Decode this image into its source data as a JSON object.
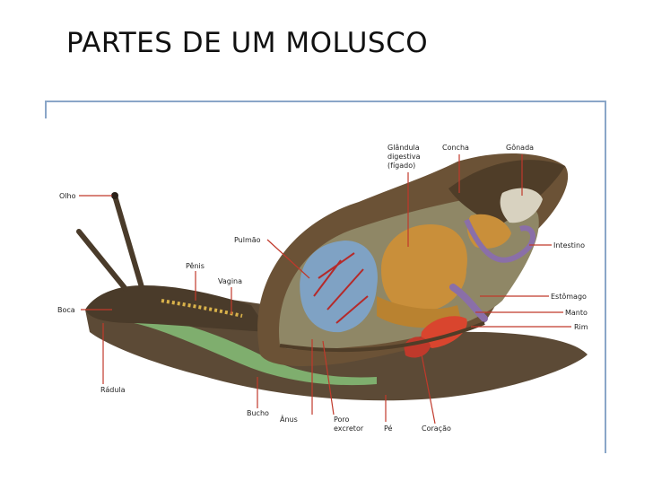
{
  "slide": {
    "title": "PARTES DE UM MOLUSCO"
  },
  "labels": {
    "olho": "Olho",
    "boca": "Boca",
    "radula": "Rádula",
    "penis": "Pênis",
    "vagina": "Vagina",
    "pulmao": "Pulmão",
    "glandula_1": "Glândula",
    "glandula_2": "digestiva",
    "glandula_3": "(fígado)",
    "concha": "Concha",
    "gonada": "Gônada",
    "intestino": "Intestino",
    "estomago": "Estômago",
    "manto": "Manto",
    "rim": "Rim",
    "bucho": "Bucho",
    "anus": "Ânus",
    "poro_1": "Poro",
    "poro_2": "excretor",
    "pe": "Pé",
    "coracao": "Coração"
  },
  "colors": {
    "frame": "#8aa6c8",
    "label_line": "#c0392b",
    "shell": "#6b5236",
    "body": "#5c4a36",
    "lung": "#7fa2c4",
    "liver": "#c98f3a",
    "foot_green": "#7fae6e"
  }
}
